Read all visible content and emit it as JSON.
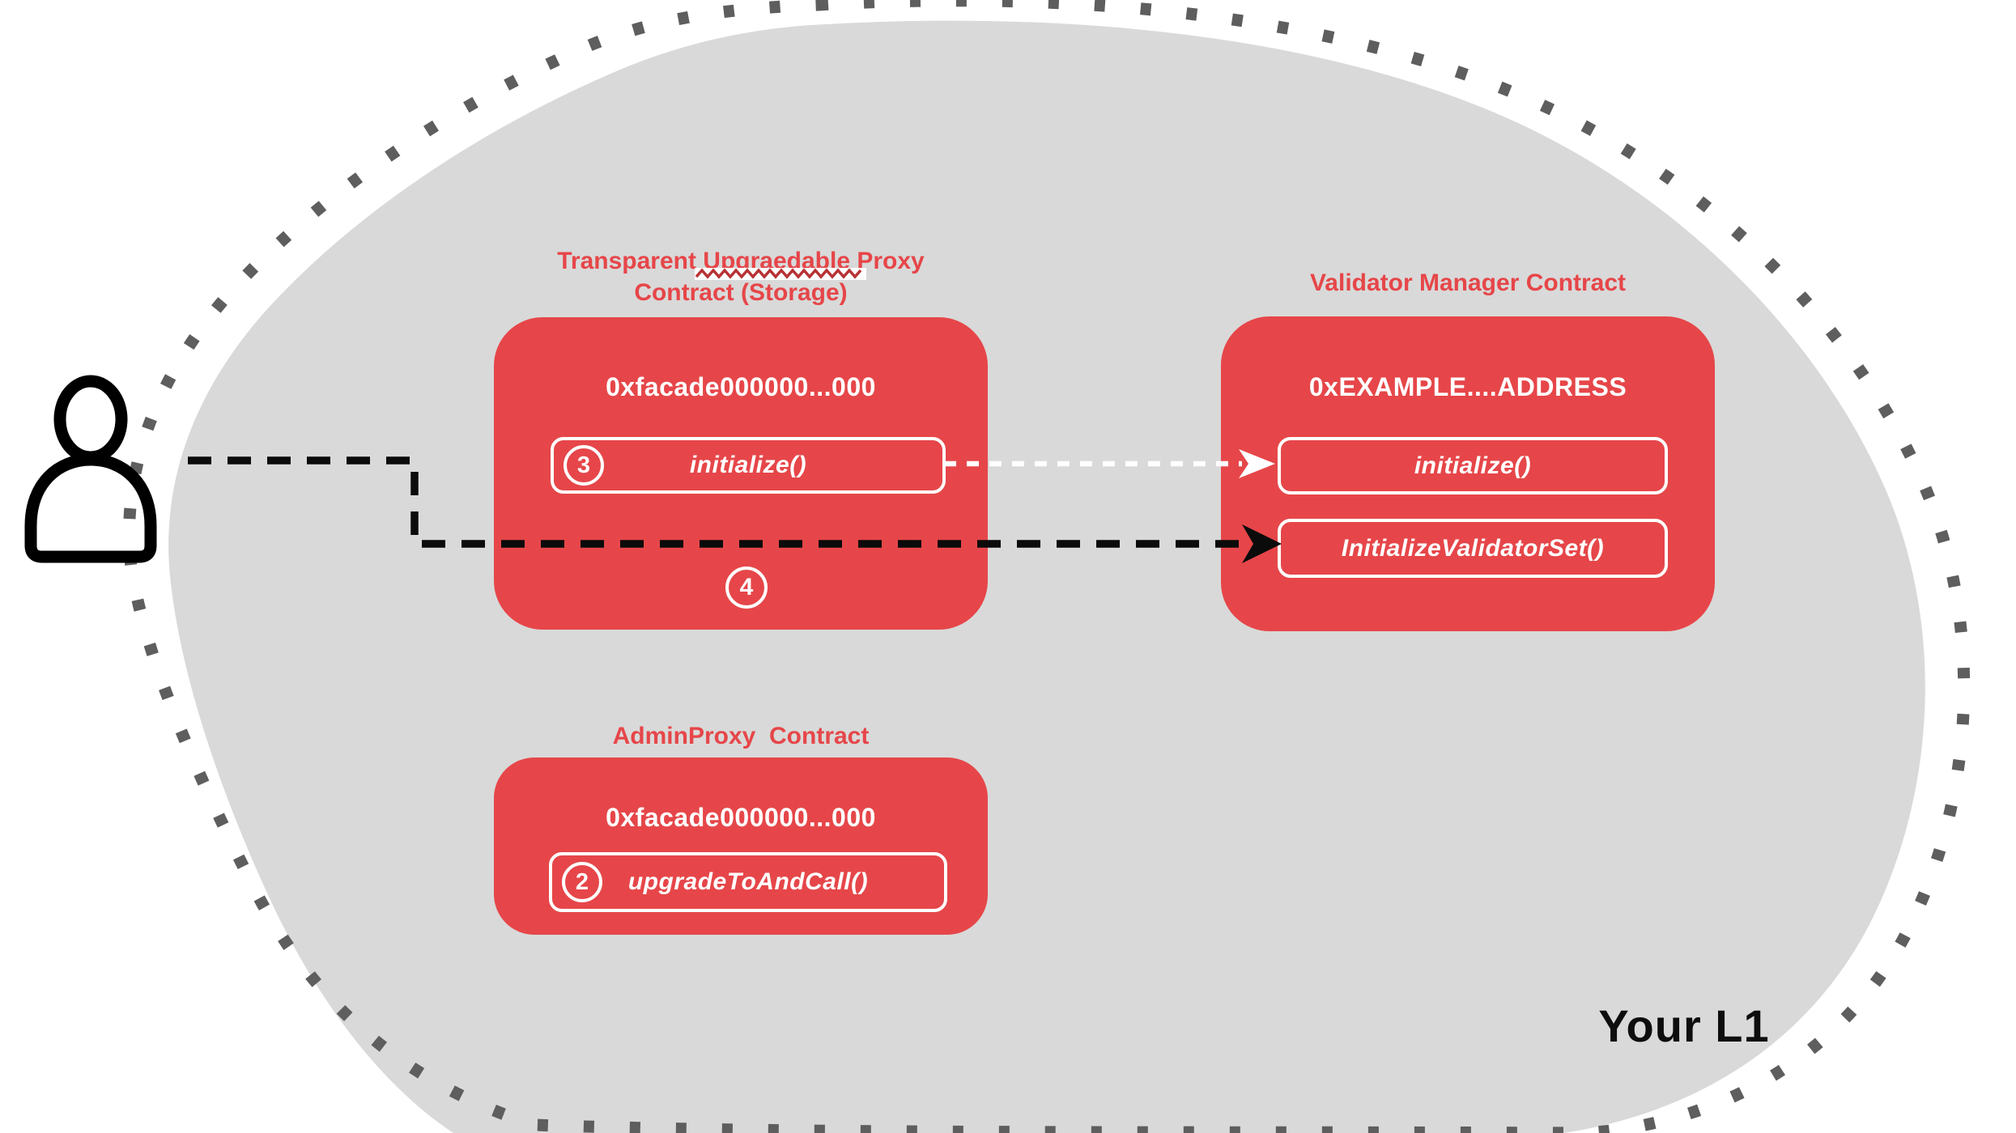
{
  "region": {
    "label": "Your L1"
  },
  "actor": {
    "icon": "user-icon"
  },
  "proxy_contract": {
    "title_line1": "Transparent Upgraedable Proxy",
    "title_line2": "Contract (Storage)",
    "misspelled_word": "Upgraedable",
    "address": "0xfacade000000...000",
    "methods": [
      {
        "badge": "3",
        "label": "initialize()"
      }
    ],
    "step_badge": "4"
  },
  "validator_contract": {
    "title": "Validator Manager Contract",
    "address": "0xEXAMPLE....ADDRESS",
    "methods": [
      {
        "label": "initialize()"
      },
      {
        "label": "InitializeValidatorSet()"
      }
    ]
  },
  "admin_contract": {
    "title": "AdminProxy  Contract",
    "address": "0xfacade000000...000",
    "methods": [
      {
        "badge": "2",
        "label": "upgradeToAndCall()"
      }
    ]
  },
  "colors": {
    "contract_red": "#E64649",
    "blob_gray": "#D9D9D9",
    "dot_gray": "#5E5E5E",
    "squiggle_red": "#B73234",
    "arrow_black": "#0B0B0B",
    "arrow_white": "#FFFFFF"
  }
}
